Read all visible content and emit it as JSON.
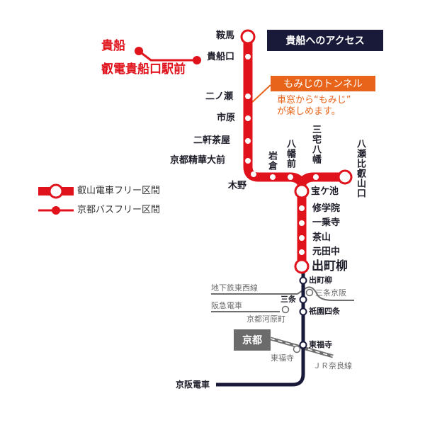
{
  "title": "貴船へのアクセス",
  "colors": {
    "eizan_line": "#e0121c",
    "keihan_line": "#191a3a",
    "momiji_accent": "#e8641a",
    "other_lines": "#6e6e6e",
    "kyoto_box": "#6b6b6b"
  },
  "momiji": {
    "label": "もみじのトンネル",
    "desc_line1": "車窓から“もみじ”",
    "desc_line2": "が楽しめます。"
  },
  "bus": {
    "kibune": "貴船",
    "eiden_kibuneguchi_ekimae": "叡電貴船口駅前"
  },
  "legend": {
    "eizan_free": "叡山電車フリー区間",
    "bus_free": "京都バスフリー区間"
  },
  "eizan_kurama_line": {
    "stations": [
      "鞍馬",
      "貴船口",
      "二ノ瀬",
      "市原",
      "二軒茶屋",
      "京都精華大前",
      "木野"
    ]
  },
  "eizan_main_line": {
    "stations": [
      "岩倉",
      "八幡前",
      "三宅八幡",
      "八瀬比叡山口",
      "宝ケ池",
      "修学院",
      "一乗寺",
      "茶山",
      "元田中",
      "出町柳"
    ]
  },
  "keihan": {
    "line_name": "京阪電車",
    "stations": [
      "出町柳",
      "三条",
      "祇園四条",
      "東福寺"
    ]
  },
  "transfers": {
    "subway_tozai": "地下鉄東西線",
    "sanjo_keihan": "三条京阪",
    "hankyu": "阪急電車",
    "kyoto_kawaramachi": "京都河原町",
    "kyoto": "京都",
    "jr_tofukuji": "東福寺",
    "jr_nara_line": "ＪＲ奈良線"
  }
}
